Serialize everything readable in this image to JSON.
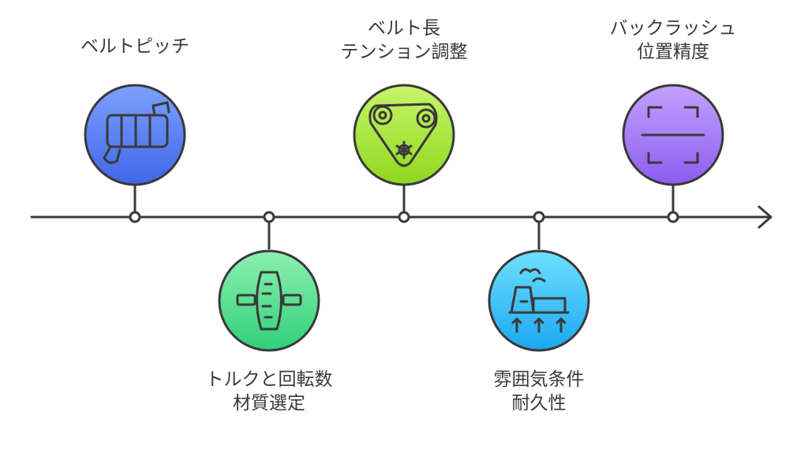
{
  "milestones": [
    {
      "id": "belt-pitch",
      "lines": [
        "ベルトピッチ"
      ],
      "icon": "belt-chain-icon",
      "color_light": "#7ea0ff",
      "color_dark": "#3f67e8"
    },
    {
      "id": "torque-rotation",
      "lines": [
        "トルクと回転数",
        "材質選定"
      ],
      "icon": "pulley-shaft-icon",
      "color_light": "#8ef0b0",
      "color_dark": "#2fd07a"
    },
    {
      "id": "belt-length",
      "lines": [
        "ベルト長",
        "テンション調整"
      ],
      "icon": "belt-tension-icon",
      "color_light": "#c8f56a",
      "color_dark": "#8fd81e"
    },
    {
      "id": "atmosphere",
      "lines": [
        "雰囲気条件",
        "耐久性"
      ],
      "icon": "factory-environment-icon",
      "color_light": "#6ee0ff",
      "color_dark": "#1aa8f0"
    },
    {
      "id": "backlash",
      "lines": [
        "バックラッシュ",
        "位置精度"
      ],
      "icon": "precision-frame-icon",
      "color_light": "#c3a2ff",
      "color_dark": "#8c5cf0"
    }
  ],
  "colors": {
    "stroke": "#3a3a3a",
    "text": "#3a3a3a"
  }
}
